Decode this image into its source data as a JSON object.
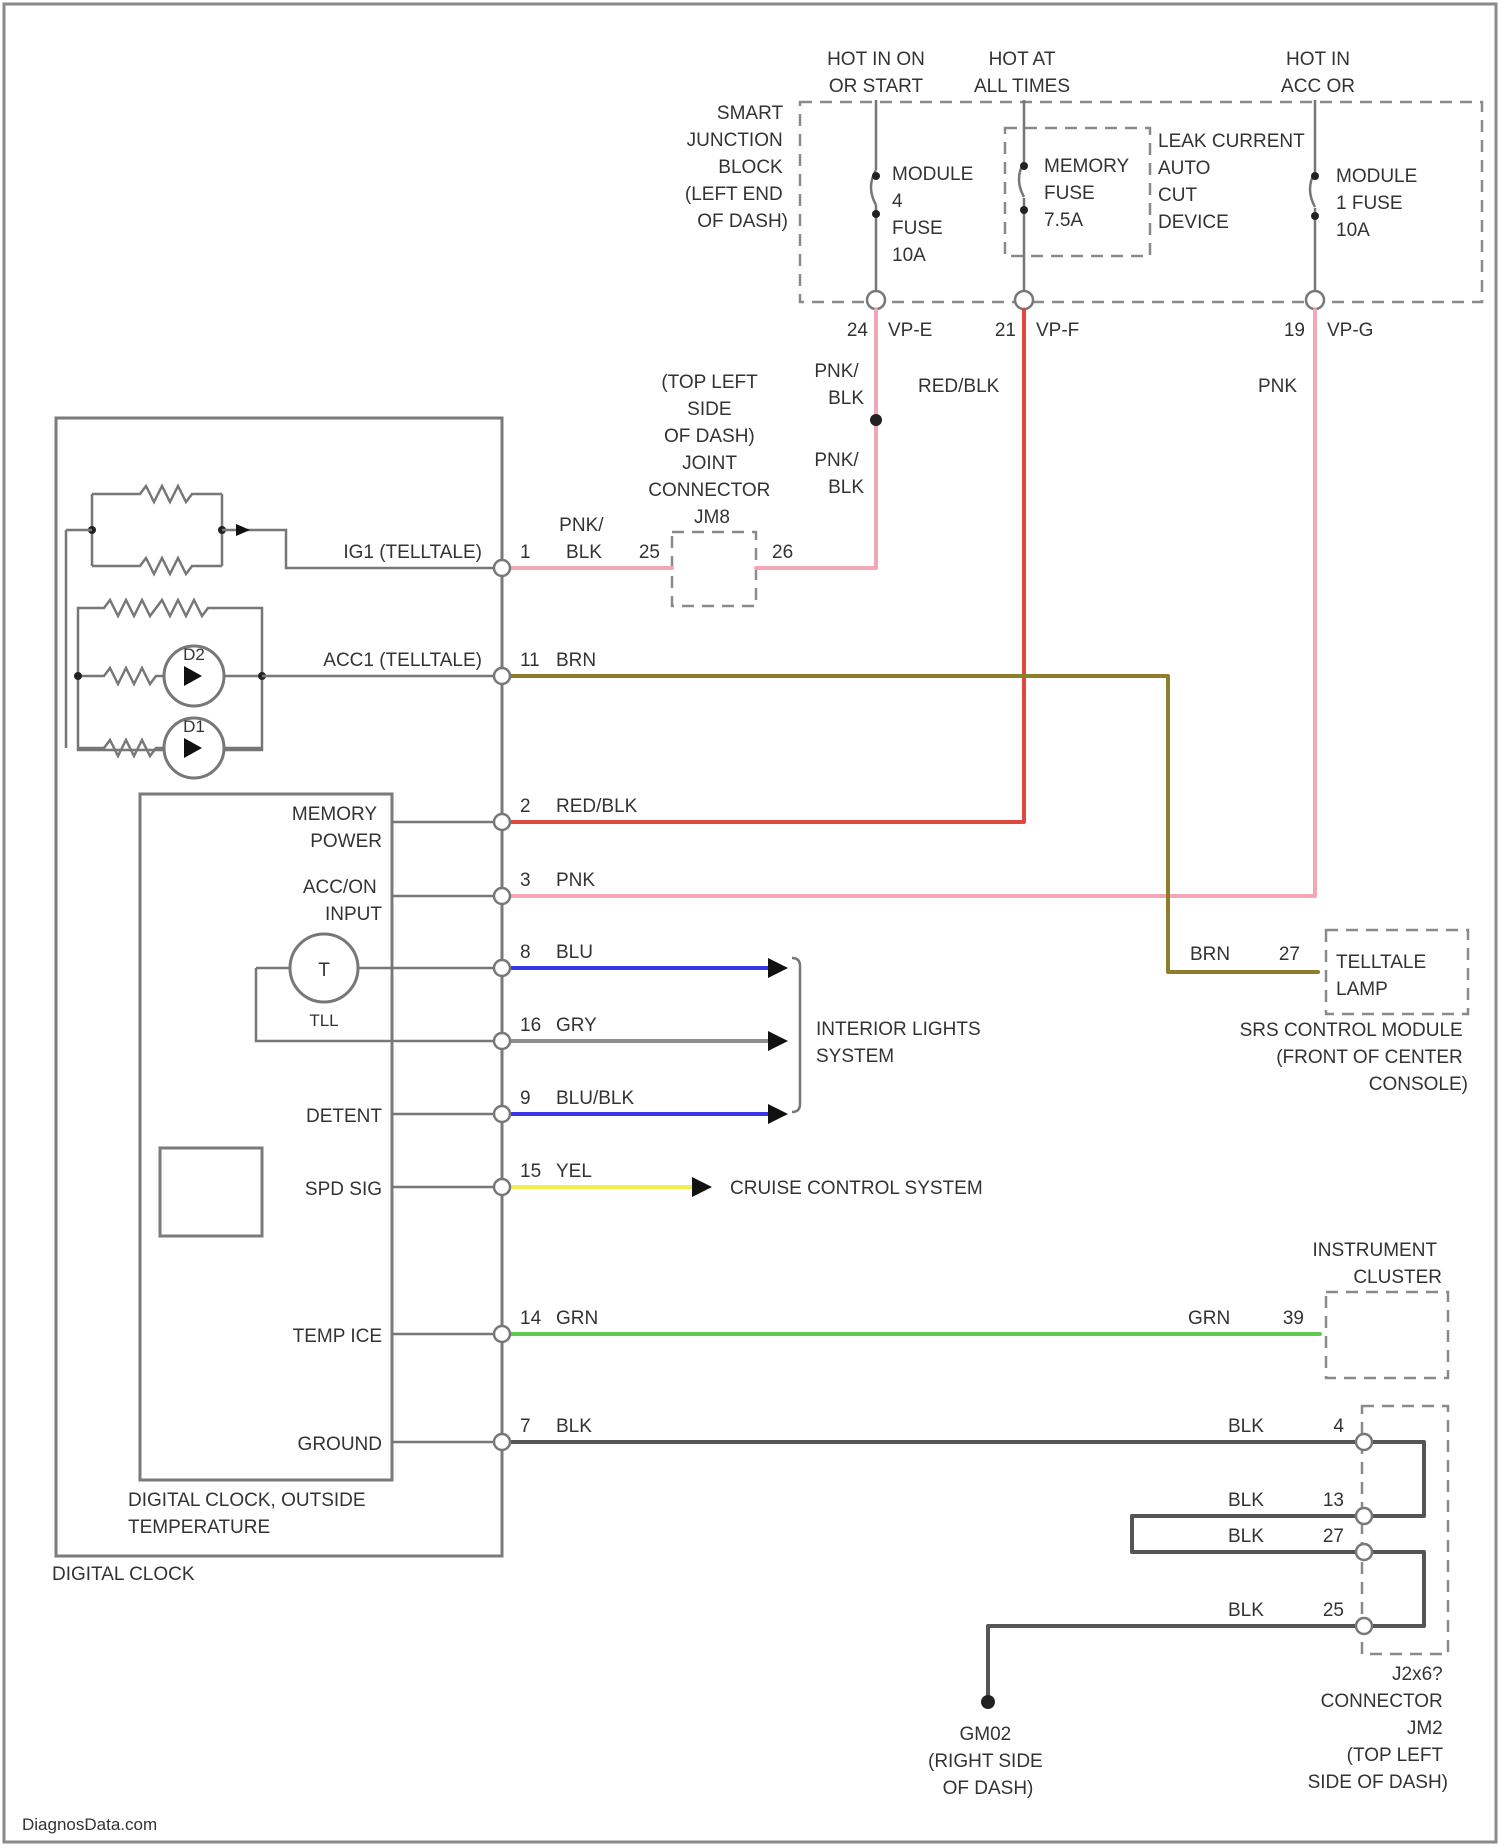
{
  "supply": {
    "hot_run_start": [
      "HOT IN ON",
      "OR START"
    ],
    "hot_all_times": [
      "HOT AT",
      "ALL TIMES"
    ],
    "hot_acc": [
      "HOT IN",
      "ACC OR"
    ],
    "junction_block": [
      "SMART",
      "JUNCTION",
      "BLOCK",
      "(LEFT END",
      "OF DASH)"
    ],
    "fuse_module4": [
      "MODULE",
      "4",
      "FUSE",
      "10A"
    ],
    "fuse_memory": [
      "MEMORY",
      "FUSE",
      "7.5A"
    ],
    "leak_cut": [
      "LEAK CURRENT",
      "AUTO",
      "CUT",
      "DEVICE"
    ],
    "fuse_module1": [
      "MODULE",
      "1 FUSE",
      "10A"
    ],
    "pin_24": "24",
    "conn_vp_e": "VP-E",
    "pin_21": "21",
    "conn_vp_f": "VP-F",
    "pin_19": "19",
    "conn_vp_g": "VP-G"
  },
  "joint": {
    "name": [
      "(TOP LEFT",
      "SIDE",
      "OF DASH)",
      "JOINT",
      "CONNECTOR",
      "JM8"
    ],
    "wire_top": [
      "PNK/",
      "BLK"
    ],
    "wire_bottom": [
      "PNK/",
      "BLK"
    ],
    "wire_in": [
      "PNK/",
      "BLK"
    ],
    "pin_25": "25",
    "pin_26": "26"
  },
  "wire_labels": {
    "redblk_riser": "RED/BLK",
    "pnk_riser": "PNK"
  },
  "clock": {
    "ig1": "IG1 (TELLTALE)",
    "acc1": "ACC1 (TELLTALE)",
    "memory_power": [
      "MEMORY",
      "POWER"
    ],
    "acc_input": [
      "ACC/ON",
      "INPUT"
    ],
    "thermistor": "T",
    "thermistor_label": "TLL",
    "detent": "DETENT",
    "spd_sig": "SPD SIG",
    "temp_ice": "TEMP ICE",
    "ground": "GROUND",
    "inner_name": [
      "DIGITAL CLOCK, OUTSIDE",
      "TEMPERATURE"
    ],
    "outer_name": "DIGITAL CLOCK",
    "diode_a": "D2",
    "diode_b": "D1"
  },
  "circuits": [
    {
      "pin": "1",
      "color": "PNK/BLK"
    },
    {
      "pin": "11",
      "color": "BRN"
    },
    {
      "pin": "2",
      "color": "RED/BLK"
    },
    {
      "pin": "3",
      "color": "PNK"
    },
    {
      "pin": "8",
      "color": "BLU"
    },
    {
      "pin": "16",
      "color": "GRY"
    },
    {
      "pin": "9",
      "color": "BLU/BLK"
    },
    {
      "pin": "15",
      "color": "YEL"
    },
    {
      "pin": "14",
      "color": "GRN"
    },
    {
      "pin": "7",
      "color": "BLK"
    }
  ],
  "destinations": {
    "interior_lights": [
      "INTERIOR LIGHTS",
      "SYSTEM"
    ],
    "cruise": "CRUISE CONTROL SYSTEM",
    "srs": {
      "wire": "BRN",
      "pin": "27",
      "device": [
        "TELLTALE",
        "LAMP"
      ],
      "name": [
        "SRS CONTROL MODULE",
        "(FRONT OF CENTER",
        "CONSOLE)"
      ]
    },
    "cluster": {
      "wire": "GRN",
      "pin": "39",
      "name": [
        "INSTRUMENT",
        "CLUSTER"
      ]
    }
  },
  "ground": {
    "rows": [
      {
        "wire": "BLK",
        "pin": "4"
      },
      {
        "wire": "BLK",
        "pin": "13"
      },
      {
        "wire": "BLK",
        "pin": "27"
      },
      {
        "wire": "BLK",
        "pin": "25"
      }
    ],
    "connector": [
      "J2x6?",
      "CONNECTOR",
      "JM2",
      "(TOP LEFT",
      "SIDE OF DASH)"
    ],
    "ground_point": [
      "GM02",
      "(RIGHT SIDE",
      "OF DASH)"
    ]
  },
  "watermark": "DiagnosData.com",
  "colors": {
    "pnk": "#f2a7b5",
    "red": "#e0473f",
    "brn": "#8f7d2e",
    "blu": "#3536e6",
    "gry": "#8e8e8e",
    "yel": "#f0f04a",
    "grn": "#5fca4c",
    "blk": "#555555"
  }
}
